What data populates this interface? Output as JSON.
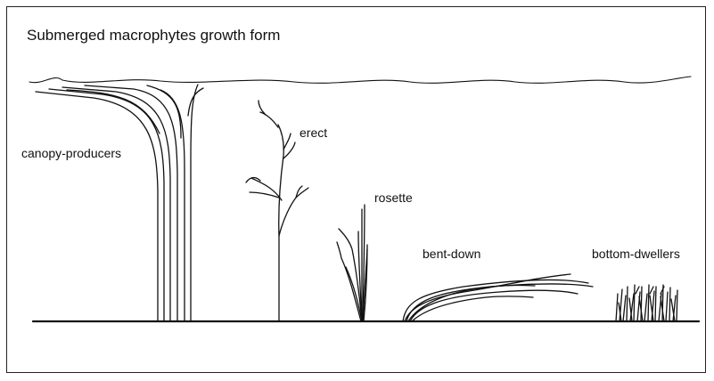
{
  "title": "Submerged macrophytes growth form",
  "labels": {
    "canopy": "canopy-producers",
    "erect": "erect",
    "rosette": "rosette",
    "bent": "bent-down",
    "bottom": "bottom-dwellers"
  },
  "colors": {
    "ink": "#111111",
    "background": "#ffffff"
  }
}
